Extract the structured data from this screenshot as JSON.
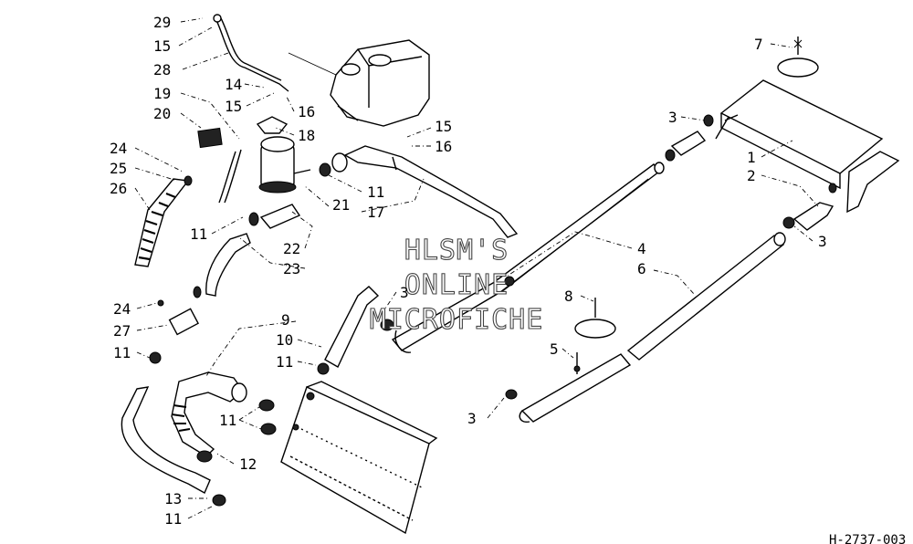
{
  "callouts": {
    "c29": "29",
    "c15a": "15",
    "c28": "28",
    "c19": "19",
    "c20": "20",
    "c14": "14",
    "c15b": "15",
    "c16a": "16",
    "c18": "18",
    "c15c": "15",
    "c16b": "16",
    "c24a": "24",
    "c25": "25",
    "c26": "26",
    "c11a": "11",
    "c21": "21",
    "c11b": "11",
    "c17": "17",
    "c22": "22",
    "c23": "23",
    "c24b": "24",
    "c27": "27",
    "c11c": "11",
    "c9": "9",
    "c10": "10",
    "c11d": "11",
    "c11e": "11",
    "c12": "12",
    "c13": "13",
    "c11f": "11",
    "c3a": "3",
    "c3b": "3",
    "c3c": "3",
    "c3d": "3",
    "c7": "7",
    "c1": "1",
    "c2": "2",
    "c4": "4",
    "c6": "6",
    "c8": "8",
    "c5": "5"
  },
  "watermark": {
    "line1": "HLSM'S",
    "line2": "ONLINE",
    "line3": "MICROFICHE"
  },
  "footer_code": "H-2737-003"
}
